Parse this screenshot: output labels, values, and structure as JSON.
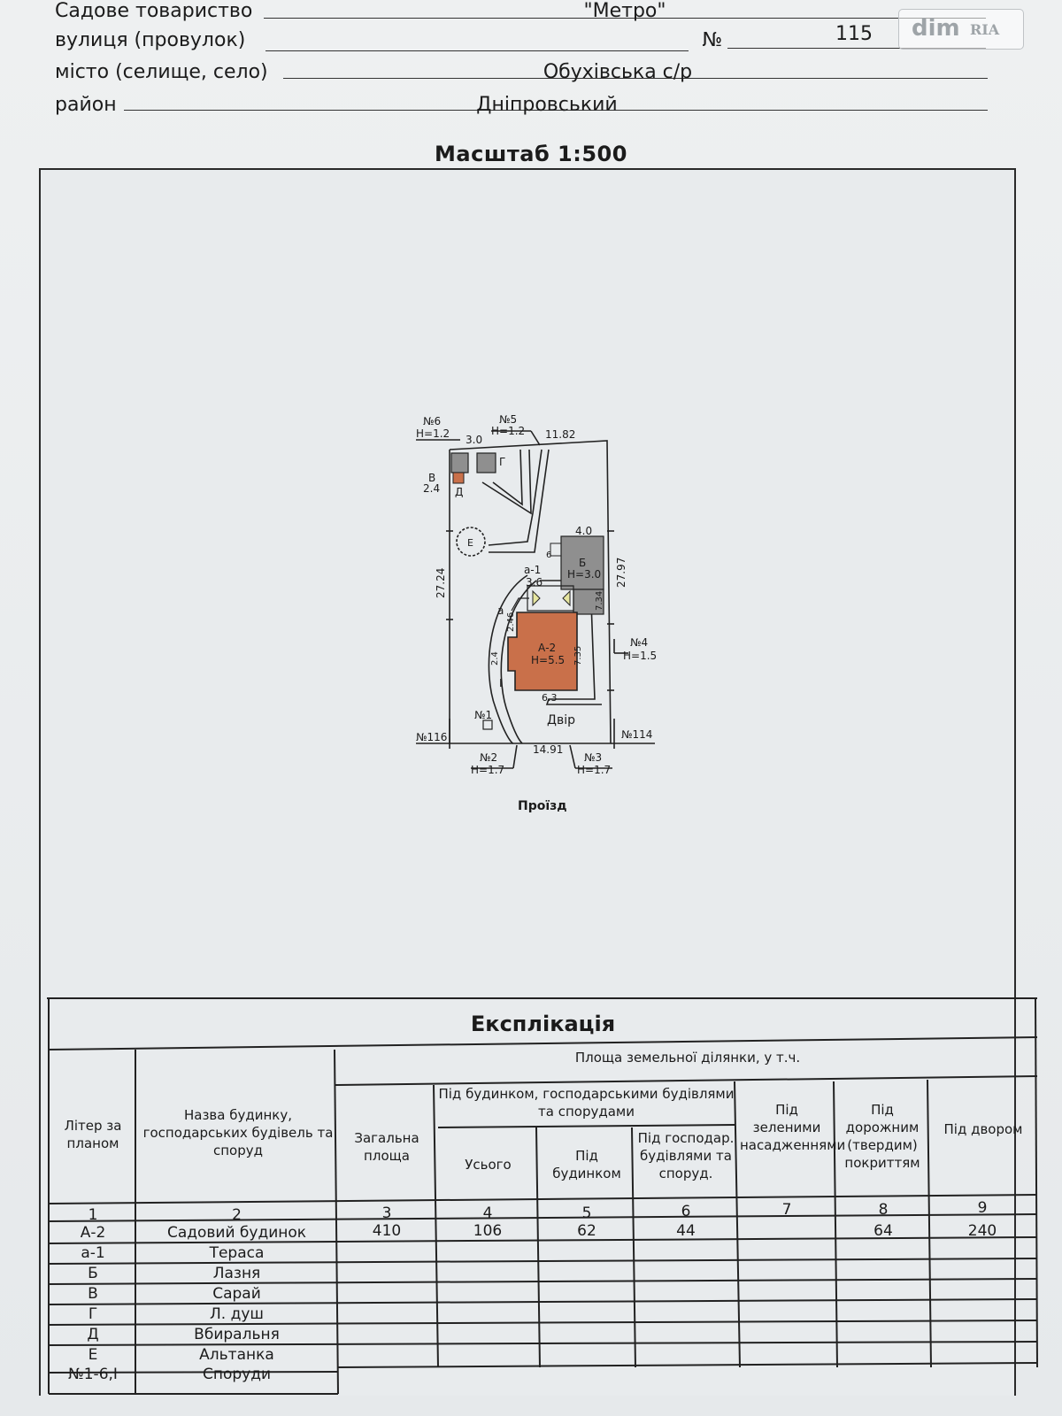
{
  "header": {
    "society_label": "Садове товариство",
    "society_value": "\"Метро\"",
    "street_label": "вулиця (провулок)",
    "number_label": "№",
    "number_value": "115",
    "city_label": "місто (селище, село)",
    "city_value": "Обухівська с/р",
    "district_label": "район",
    "district_value": "Дніпровський"
  },
  "logo": {
    "dim": "dim",
    "ria": "RIA"
  },
  "scale": "Масштаб 1:500",
  "plan": {
    "marks": {
      "n6": "№6",
      "n6h": "H=1.2",
      "n5": "№5",
      "n5h": "H=1.2",
      "top_w": "3.0",
      "top_len": "11.82",
      "g": "Г",
      "v": "В",
      "v_dim": "2.4",
      "d": "Д",
      "e": "Е",
      "b_w": "4.0",
      "b_6": "6",
      "b_name": "Б",
      "b_h": "H=3.0",
      "b_dim": "7.34",
      "a1": "а-1",
      "a1_dim": "3.6",
      "left_len": "27.24",
      "right_len": "27.97",
      "a": "а",
      "a_dim": "2.46",
      "house_name": "А-2",
      "house_h": "H=5.5",
      "house_left": "2.4",
      "house_right": "7.35",
      "house_bottom": "6.3",
      "n4": "№4",
      "n4h": "H=1.5",
      "i": "I",
      "n1": "№1",
      "yard": "Двір",
      "n116": "№116",
      "n114": "№114",
      "n2": "№2",
      "n2h": "H=1.7",
      "bottom_len": "14.91",
      "n3": "№3",
      "n3h": "H=1.7",
      "passage": "Проїзд"
    }
  },
  "explication": {
    "title": "Експлікація",
    "headers": {
      "liter": "Літер за планом",
      "name": "Назва будинку, господарських будівель та споруд",
      "area_group": "Площа земельної ділянки, у т.ч.",
      "total": "Загальна площа",
      "under_group": "Під будинком, господарськими будівлями та спорудами",
      "all": "Усього",
      "under_house": "Під будинком",
      "under_farm": "Під господар. будівлями та споруд.",
      "green": "Під зеленими насадженнями",
      "road": "Під дорожним (твердим) покриттям",
      "yard": "Під двором"
    },
    "col_numbers": [
      "1",
      "2",
      "3",
      "4",
      "5",
      "6",
      "7",
      "8",
      "9"
    ],
    "rows": [
      {
        "liter": "А-2",
        "name": "Садовий будинок",
        "total": "410",
        "all": "106",
        "house": "62",
        "farm": "44",
        "green": "",
        "road": "64",
        "yard": "240"
      },
      {
        "liter": "а-1",
        "name": "Тераса",
        "total": "",
        "all": "",
        "house": "",
        "farm": "",
        "green": "",
        "road": "",
        "yard": ""
      },
      {
        "liter": "Б",
        "name": "Лазня",
        "total": "",
        "all": "",
        "house": "",
        "farm": "",
        "green": "",
        "road": "",
        "yard": ""
      },
      {
        "liter": "В",
        "name": "Сарай",
        "total": "",
        "all": "",
        "house": "",
        "farm": "",
        "green": "",
        "road": "",
        "yard": ""
      },
      {
        "liter": "Г",
        "name": "Л. душ",
        "total": "",
        "all": "",
        "house": "",
        "farm": "",
        "green": "",
        "road": "",
        "yard": ""
      },
      {
        "liter": "Д",
        "name": "Вбиральня",
        "total": "",
        "all": "",
        "house": "",
        "farm": "",
        "green": "",
        "road": "",
        "yard": ""
      },
      {
        "liter": "Е",
        "name": "Альтанка",
        "total": "",
        "all": "",
        "house": "",
        "farm": "",
        "green": "",
        "road": "",
        "yard": ""
      },
      {
        "liter": "№1-6,I",
        "name": "Споруди",
        "total": "",
        "all": "",
        "house": "",
        "farm": "",
        "green": "",
        "road": "",
        "yard": ""
      }
    ]
  },
  "colors": {
    "house": "#c9704a",
    "outbuilding": "#8f8f8f",
    "line": "#222222"
  }
}
